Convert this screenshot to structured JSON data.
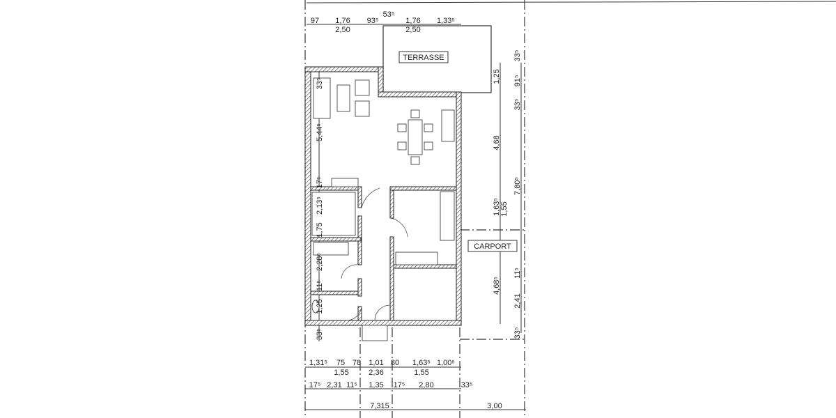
{
  "rooms": {
    "terrace": "TERRASSE",
    "carport": "CARPORT"
  },
  "dimensions": {
    "top": [
      "97",
      "1,76",
      "2,50",
      "93⁵",
      "53⁵",
      "1,76",
      "2,50",
      "1,33⁵"
    ],
    "right_inner": [
      "1,25",
      "4,68",
      "1,63⁵",
      "1,55",
      "4,68⁵"
    ],
    "right_outer": [
      "33⁵",
      "91⁵",
      "33⁵",
      "7,80⁵",
      "11⁵",
      "2,41",
      "33⁵"
    ],
    "left": [
      "33⁵",
      "5,44⁵",
      "17⁵",
      "2,13⁵",
      "1,75",
      "2,28⁵",
      "11⁵",
      "1,25",
      "33⁵"
    ],
    "bottom_row1": [
      "1,31⁵",
      "75",
      "78",
      "1,01",
      "80",
      "1,63⁵",
      "1,00⁵"
    ],
    "bottom_row1b": [
      "1,55",
      "2,36",
      "1,55"
    ],
    "bottom_row2": [
      "17⁵",
      "2,31",
      "11⁵",
      "1,35",
      "17⁵",
      "2,80",
      "33⁵"
    ],
    "bottom_row3": [
      "7,315",
      "3,00"
    ]
  }
}
